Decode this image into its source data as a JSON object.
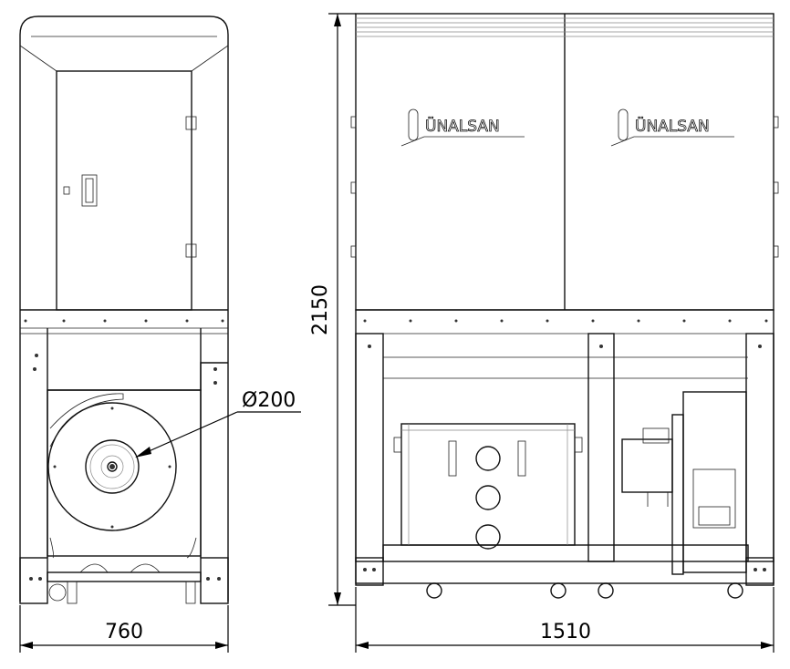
{
  "drawing": {
    "dimensions": {
      "front_width": "760",
      "side_width": "1510",
      "height": "2150",
      "outlet_diameter": "Ø200"
    },
    "logos": [
      "ÜNALSAN",
      "ÜNALSAN"
    ],
    "colors": {
      "line": "#111111",
      "background": "#ffffff"
    }
  }
}
